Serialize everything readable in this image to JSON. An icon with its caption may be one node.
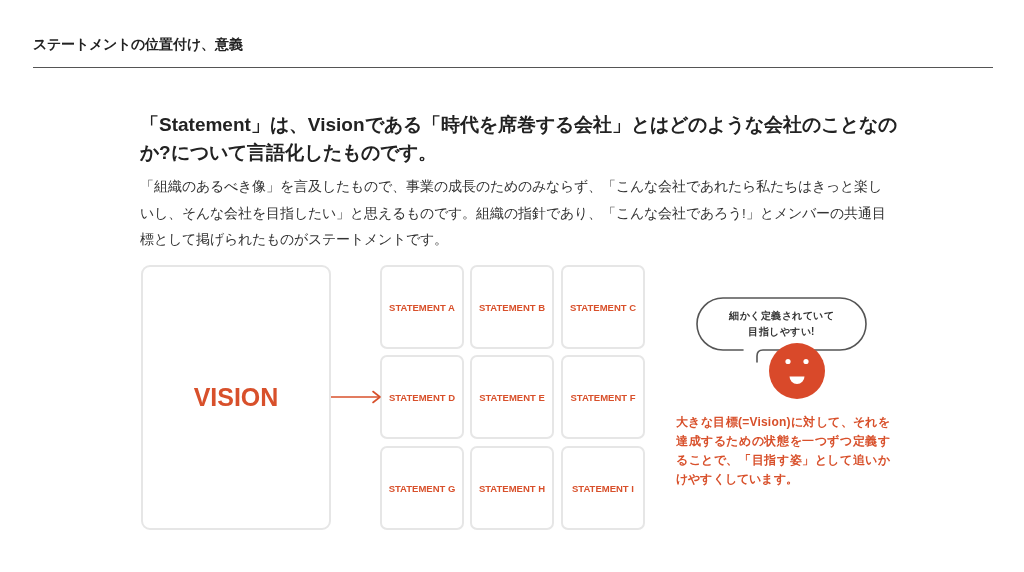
{
  "diagram": {
    "title": "ステートメントの位置付け、意義",
    "nodes": [
      {
        "text": [
          "VISION"
        ]
      },
      {
        "text": [
          "STATEMENT A"
        ]
      },
      {
        "text": [
          "STATEMENT B"
        ]
      },
      {
        "text": [
          "STATEMENT C"
        ]
      },
      {
        "text": [
          "STATEMENT D"
        ]
      },
      {
        "text": [
          "STATEMENT E"
        ]
      },
      {
        "text": [
          "STATEMENT F"
        ]
      },
      {
        "text": [
          "STATEMENT G"
        ]
      },
      {
        "text": [
          "STATEMENT H"
        ]
      },
      {
        "text": [
          "STATEMENT I"
        ]
      },
      {
        "text": [
          "細かく定義されていて目指しやすい!"
        ]
      }
    ],
    "edges": [
      {
        "from": 0,
        "to": 4,
        "arrow": "to"
      }
    ],
    "labels": [
      "「Statement」は、Visionである「時代を席巻する会社」とはどのような会社のことなのか?について言語化したものです。",
      "「組織のあるべき像」を言及したもので、事業の成長のためのみならず、「こんな会社であれたら私たちはきっと楽しいし、そんな会社を目指したい」と思えるものです。組織の指針であり、「こんな会社であろう!」とメンバーの共通目標として掲げられたものがステートメントです。",
      "大きな目標(=Vision)に対して、それを達成するための状態を一つずつ定義することで、「目指す姿」として追いかけやすくしています。"
    ]
  }
}
